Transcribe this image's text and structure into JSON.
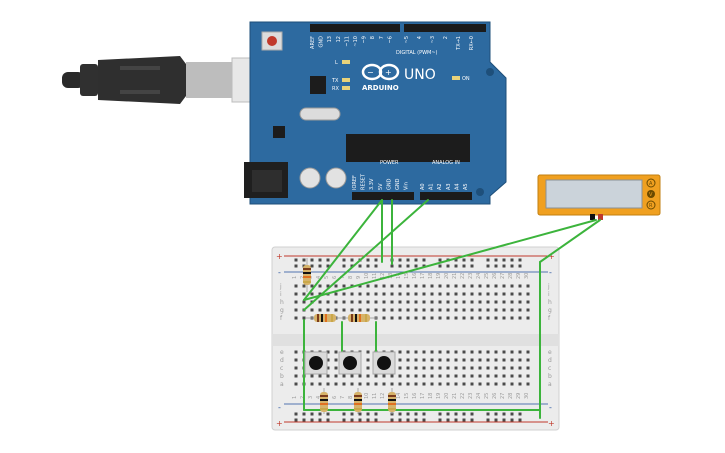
{
  "board": {
    "logo_text": "ARDUINO",
    "model": "UNO",
    "on_label": "ON",
    "digital_label": "DIGITAL (PWM~)",
    "power_label": "POWER",
    "analog_label": "ANALOG IN",
    "led_l": "L",
    "led_tx": "TX",
    "led_rx": "RX",
    "top_pins": [
      "AREF",
      "GND",
      "13",
      "12",
      "~11",
      "~10",
      "~9",
      "8",
      "7",
      "~6",
      "~5",
      "4",
      "~3",
      "2",
      "TX→1",
      "RX←0"
    ],
    "bottom_pins": [
      "IOREF",
      "RESET",
      "3.3V",
      "5V",
      "GND",
      "GND",
      "Vin",
      "A0",
      "A1",
      "A2",
      "A3",
      "A4",
      "A5"
    ]
  },
  "multimeter": {
    "mode_labels": [
      "A",
      "V",
      "R"
    ],
    "selected_mode": "V"
  },
  "breadboard": {
    "column_numbers": [
      "1",
      "2",
      "3",
      "4",
      "5",
      "6",
      "7",
      "8",
      "9",
      "10",
      "11",
      "12",
      "13",
      "14",
      "15",
      "16",
      "17",
      "18",
      "19",
      "20",
      "21",
      "22",
      "23",
      "24",
      "25",
      "26",
      "27",
      "28",
      "29",
      "30"
    ],
    "rows_top": [
      "j",
      "i",
      "h",
      "g",
      "f"
    ],
    "rows_bottom": [
      "e",
      "d",
      "c",
      "b",
      "a"
    ],
    "rail_plus": "+",
    "rail_minus": "-"
  },
  "colors": {
    "board": "#2d6aa0",
    "wire": "#3cb43c",
    "meter": "#f0a020"
  }
}
